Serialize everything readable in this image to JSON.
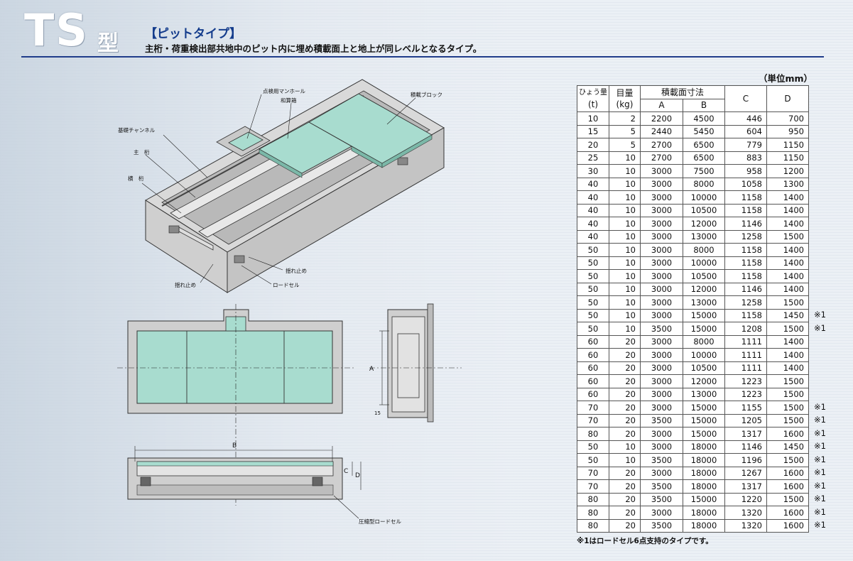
{
  "header": {
    "title_main": "TS",
    "title_kata": "型",
    "subtitle": "【ピットタイプ】",
    "description": "主桁・荷重検出部共地中のピット内に埋め積載面上と地上が同レベルとなるタイプ。"
  },
  "diagram": {
    "labels": {
      "manhole": "点検用マンホール",
      "junction_box": "和算箱",
      "load_block": "積載ブロック",
      "base_channel": "基礎チャンネル",
      "main_girder": "主　桁",
      "cross_girder": "横　桁",
      "sway_stop_right": "揺れ止め",
      "sway_stop_left": "揺れ止め",
      "load_cell": "ロードセル",
      "compression_load_cell": "圧縮型ロードセル",
      "dim_a": "A",
      "dim_b": "B",
      "dim_c": "C",
      "dim_d": "D",
      "dim_15": "15"
    }
  },
  "table": {
    "unit": "（単位mm）",
    "headers": {
      "capacity_1": "ひょう量",
      "capacity_2": "(t)",
      "division_1": "目量",
      "division_2": "(kg)",
      "platform": "積載面寸法",
      "a": "A",
      "b": "B",
      "c": "C",
      "d": "D"
    },
    "rows": [
      {
        "t": "10",
        "kg": "2",
        "a": "2200",
        "b": "4500",
        "c": "446",
        "d": "700",
        "note": ""
      },
      {
        "t": "15",
        "kg": "5",
        "a": "2440",
        "b": "5450",
        "c": "604",
        "d": "950",
        "note": ""
      },
      {
        "t": "20",
        "kg": "5",
        "a": "2700",
        "b": "6500",
        "c": "779",
        "d": "1150",
        "note": ""
      },
      {
        "t": "25",
        "kg": "10",
        "a": "2700",
        "b": "6500",
        "c": "883",
        "d": "1150",
        "note": ""
      },
      {
        "t": "30",
        "kg": "10",
        "a": "3000",
        "b": "7500",
        "c": "958",
        "d": "1200",
        "note": ""
      },
      {
        "t": "40",
        "kg": "10",
        "a": "3000",
        "b": "8000",
        "c": "1058",
        "d": "1300",
        "note": ""
      },
      {
        "t": "40",
        "kg": "10",
        "a": "3000",
        "b": "10000",
        "c": "1158",
        "d": "1400",
        "note": ""
      },
      {
        "t": "40",
        "kg": "10",
        "a": "3000",
        "b": "10500",
        "c": "1158",
        "d": "1400",
        "note": ""
      },
      {
        "t": "40",
        "kg": "10",
        "a": "3000",
        "b": "12000",
        "c": "1146",
        "d": "1400",
        "note": ""
      },
      {
        "t": "40",
        "kg": "10",
        "a": "3000",
        "b": "13000",
        "c": "1258",
        "d": "1500",
        "note": ""
      },
      {
        "t": "50",
        "kg": "10",
        "a": "3000",
        "b": "8000",
        "c": "1158",
        "d": "1400",
        "note": ""
      },
      {
        "t": "50",
        "kg": "10",
        "a": "3000",
        "b": "10000",
        "c": "1158",
        "d": "1400",
        "note": ""
      },
      {
        "t": "50",
        "kg": "10",
        "a": "3000",
        "b": "10500",
        "c": "1158",
        "d": "1400",
        "note": ""
      },
      {
        "t": "50",
        "kg": "10",
        "a": "3000",
        "b": "12000",
        "c": "1146",
        "d": "1400",
        "note": ""
      },
      {
        "t": "50",
        "kg": "10",
        "a": "3000",
        "b": "13000",
        "c": "1258",
        "d": "1500",
        "note": ""
      },
      {
        "t": "50",
        "kg": "10",
        "a": "3000",
        "b": "15000",
        "c": "1158",
        "d": "1450",
        "note": "※1"
      },
      {
        "t": "50",
        "kg": "10",
        "a": "3500",
        "b": "15000",
        "c": "1208",
        "d": "1500",
        "note": "※1"
      },
      {
        "t": "60",
        "kg": "20",
        "a": "3000",
        "b": "8000",
        "c": "1111",
        "d": "1400",
        "note": ""
      },
      {
        "t": "60",
        "kg": "20",
        "a": "3000",
        "b": "10000",
        "c": "1111",
        "d": "1400",
        "note": ""
      },
      {
        "t": "60",
        "kg": "20",
        "a": "3000",
        "b": "10500",
        "c": "1111",
        "d": "1400",
        "note": ""
      },
      {
        "t": "60",
        "kg": "20",
        "a": "3000",
        "b": "12000",
        "c": "1223",
        "d": "1500",
        "note": ""
      },
      {
        "t": "60",
        "kg": "20",
        "a": "3000",
        "b": "13000",
        "c": "1223",
        "d": "1500",
        "note": ""
      },
      {
        "t": "70",
        "kg": "20",
        "a": "3000",
        "b": "15000",
        "c": "1155",
        "d": "1500",
        "note": "※1"
      },
      {
        "t": "70",
        "kg": "20",
        "a": "3500",
        "b": "15000",
        "c": "1205",
        "d": "1500",
        "note": "※1"
      },
      {
        "t": "80",
        "kg": "20",
        "a": "3000",
        "b": "15000",
        "c": "1317",
        "d": "1600",
        "note": "※1"
      },
      {
        "t": "50",
        "kg": "10",
        "a": "3000",
        "b": "18000",
        "c": "1146",
        "d": "1450",
        "note": "※1"
      },
      {
        "t": "50",
        "kg": "10",
        "a": "3500",
        "b": "18000",
        "c": "1196",
        "d": "1500",
        "note": "※1"
      },
      {
        "t": "70",
        "kg": "20",
        "a": "3000",
        "b": "18000",
        "c": "1267",
        "d": "1600",
        "note": "※1"
      },
      {
        "t": "70",
        "kg": "20",
        "a": "3500",
        "b": "18000",
        "c": "1317",
        "d": "1600",
        "note": "※1"
      },
      {
        "t": "80",
        "kg": "20",
        "a": "3500",
        "b": "15000",
        "c": "1220",
        "d": "1500",
        "note": "※1"
      },
      {
        "t": "80",
        "kg": "20",
        "a": "3000",
        "b": "18000",
        "c": "1320",
        "d": "1600",
        "note": "※1"
      },
      {
        "t": "80",
        "kg": "20",
        "a": "3500",
        "b": "18000",
        "c": "1320",
        "d": "1600",
        "note": "※1"
      }
    ],
    "footnote": "※1はロードセル6点支持のタイプです。"
  }
}
